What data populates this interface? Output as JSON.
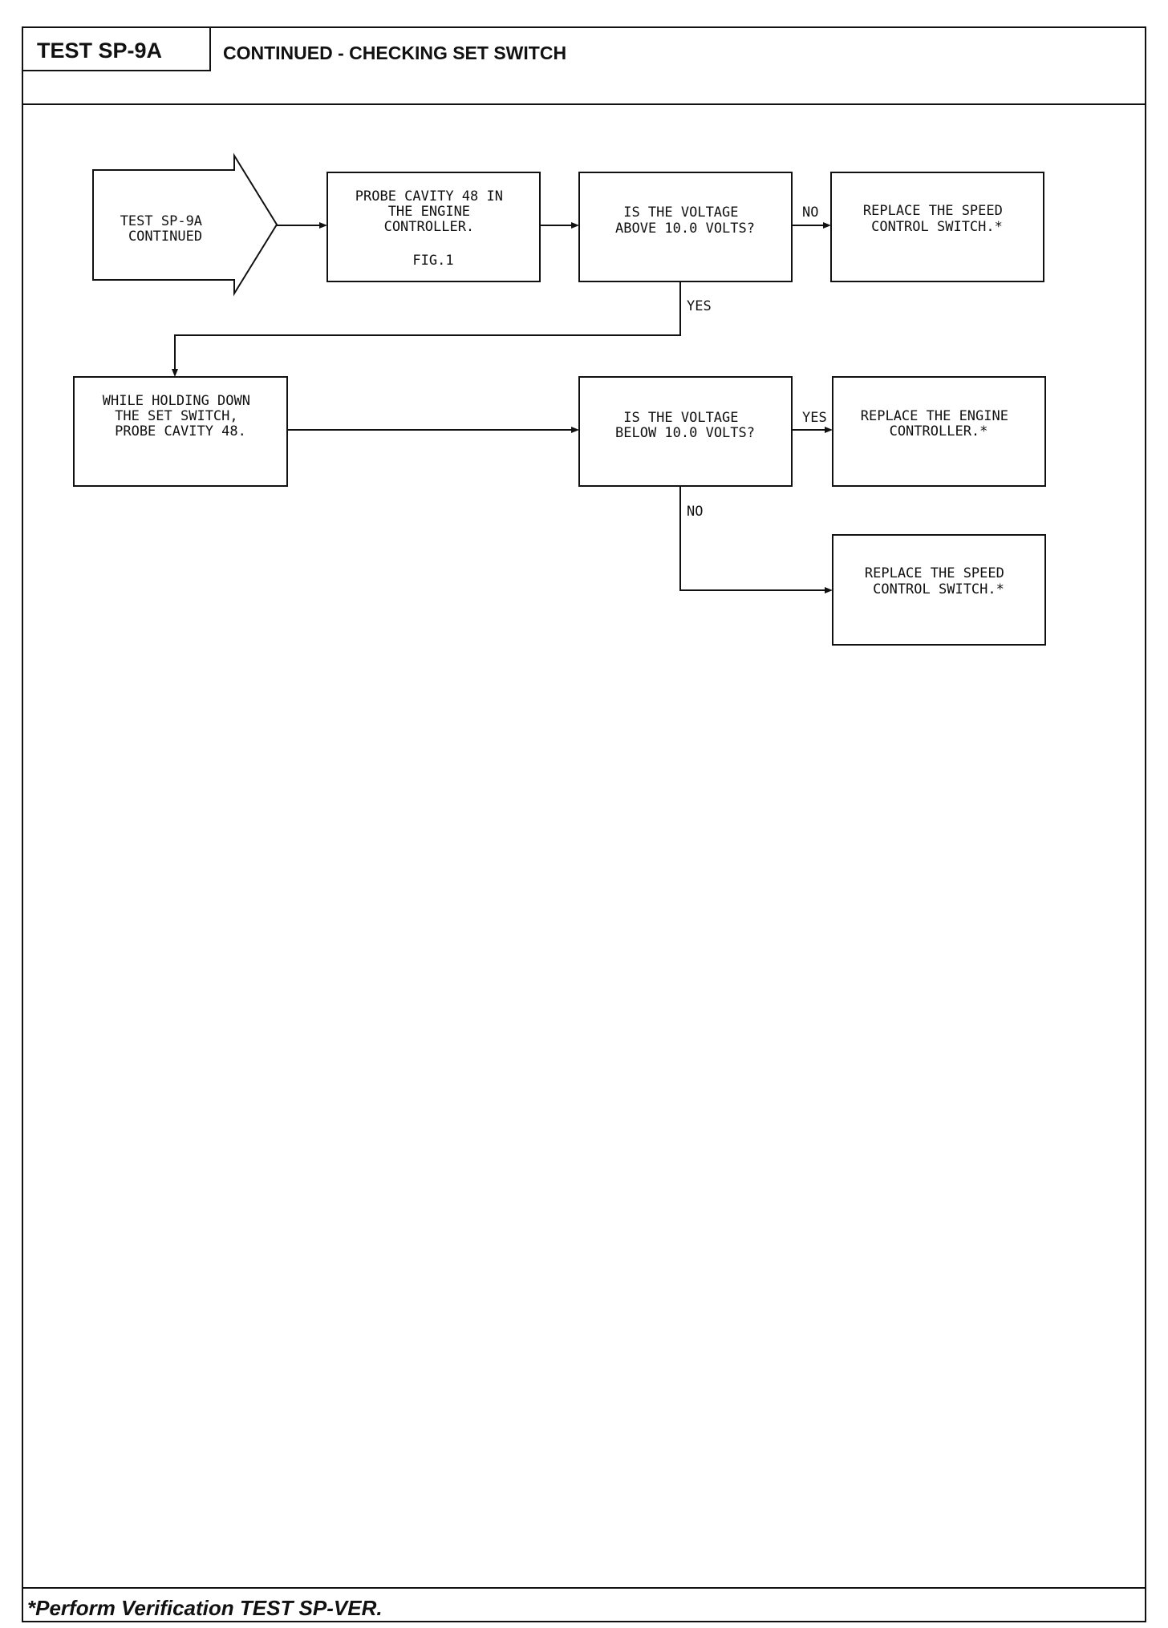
{
  "header": {
    "test_id": "TEST SP-9A",
    "title": "CONTINUED - CHECKING SET SWITCH"
  },
  "footer": {
    "note": "*Perform Verification TEST SP-VER."
  },
  "flow": {
    "start": [
      "TEST SP-9A",
      "CONTINUED"
    ],
    "probe1": [
      "PROBE CAVITY 48 IN",
      "THE ENGINE",
      "CONTROLLER.",
      "",
      "FIG.1"
    ],
    "q1": [
      "IS THE VOLTAGE",
      "ABOVE 10.0 VOLTS?"
    ],
    "replace_switch_1": [
      "REPLACE THE SPEED",
      "CONTROL SWITCH.*"
    ],
    "probe2": [
      "WHILE HOLDING DOWN",
      "THE SET SWITCH,",
      "PROBE CAVITY 48."
    ],
    "q2": [
      "IS THE VOLTAGE",
      "BELOW 10.0 VOLTS?"
    ],
    "replace_controller": [
      "REPLACE THE ENGINE",
      "CONTROLLER.*"
    ],
    "replace_switch_2": [
      "REPLACE THE SPEED",
      "CONTROL SWITCH.*"
    ],
    "labels": {
      "q1_no": "NO",
      "q1_yes": "YES",
      "q2_yes": "YES",
      "q2_no": "NO"
    }
  }
}
